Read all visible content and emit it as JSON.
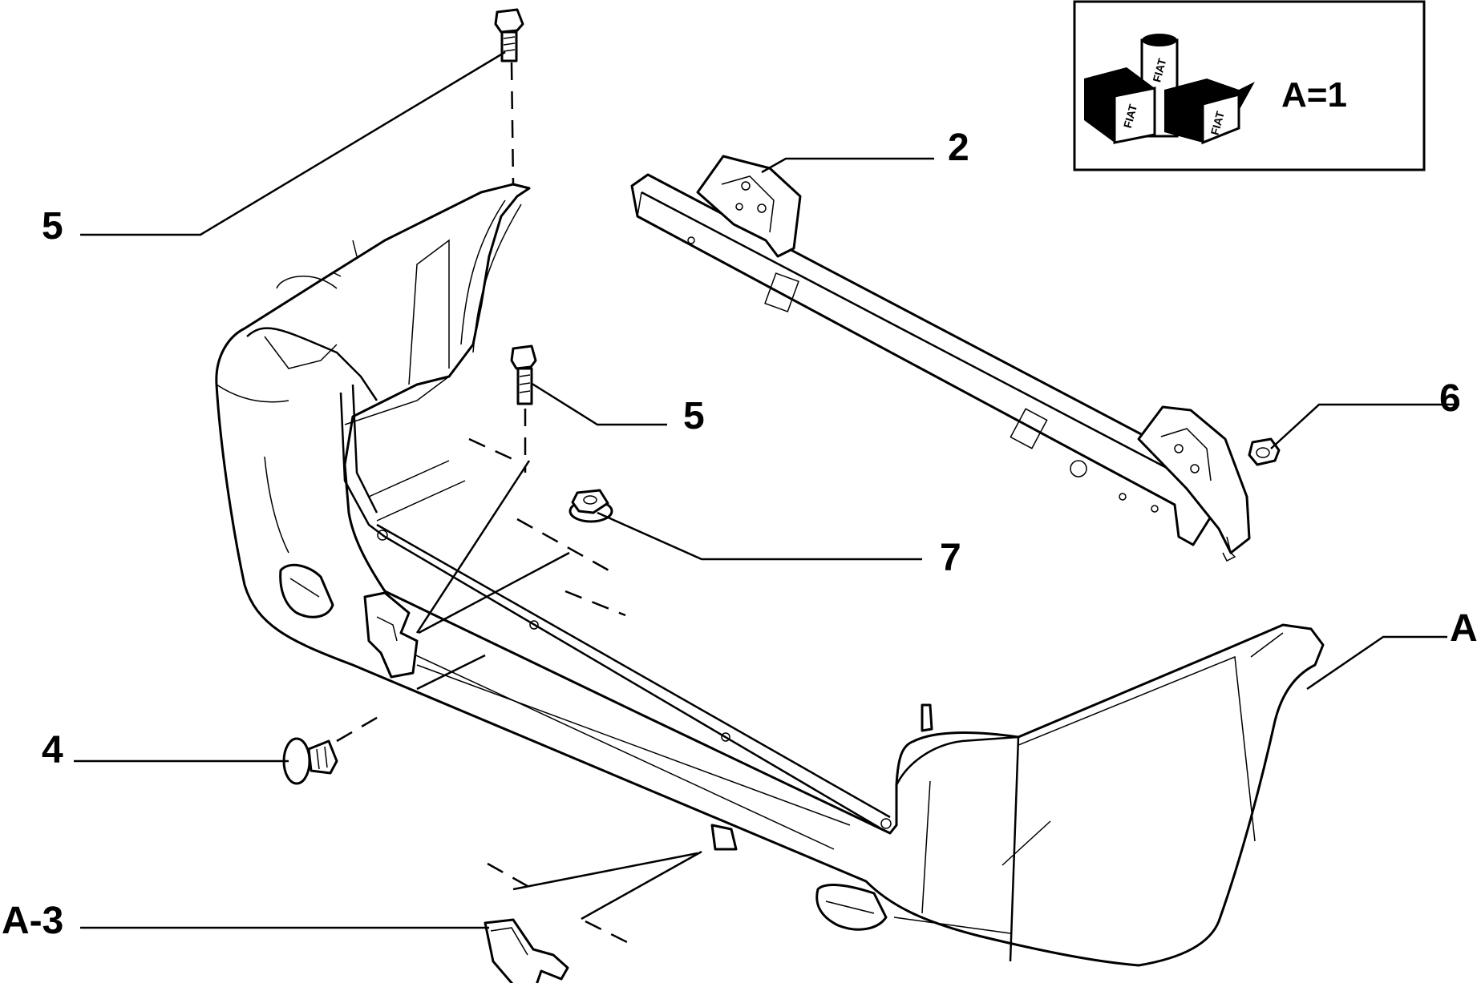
{
  "diagram": {
    "labels": {
      "bolt_top": "5",
      "bolt_mid": "5",
      "reinforcement": "2",
      "nut_small": "6",
      "nut_flange": "7",
      "bumper": "A",
      "clip": "4",
      "tow_cover": "A-3"
    },
    "inset": {
      "text": "A=1",
      "logo_text": "FIAT"
    }
  }
}
